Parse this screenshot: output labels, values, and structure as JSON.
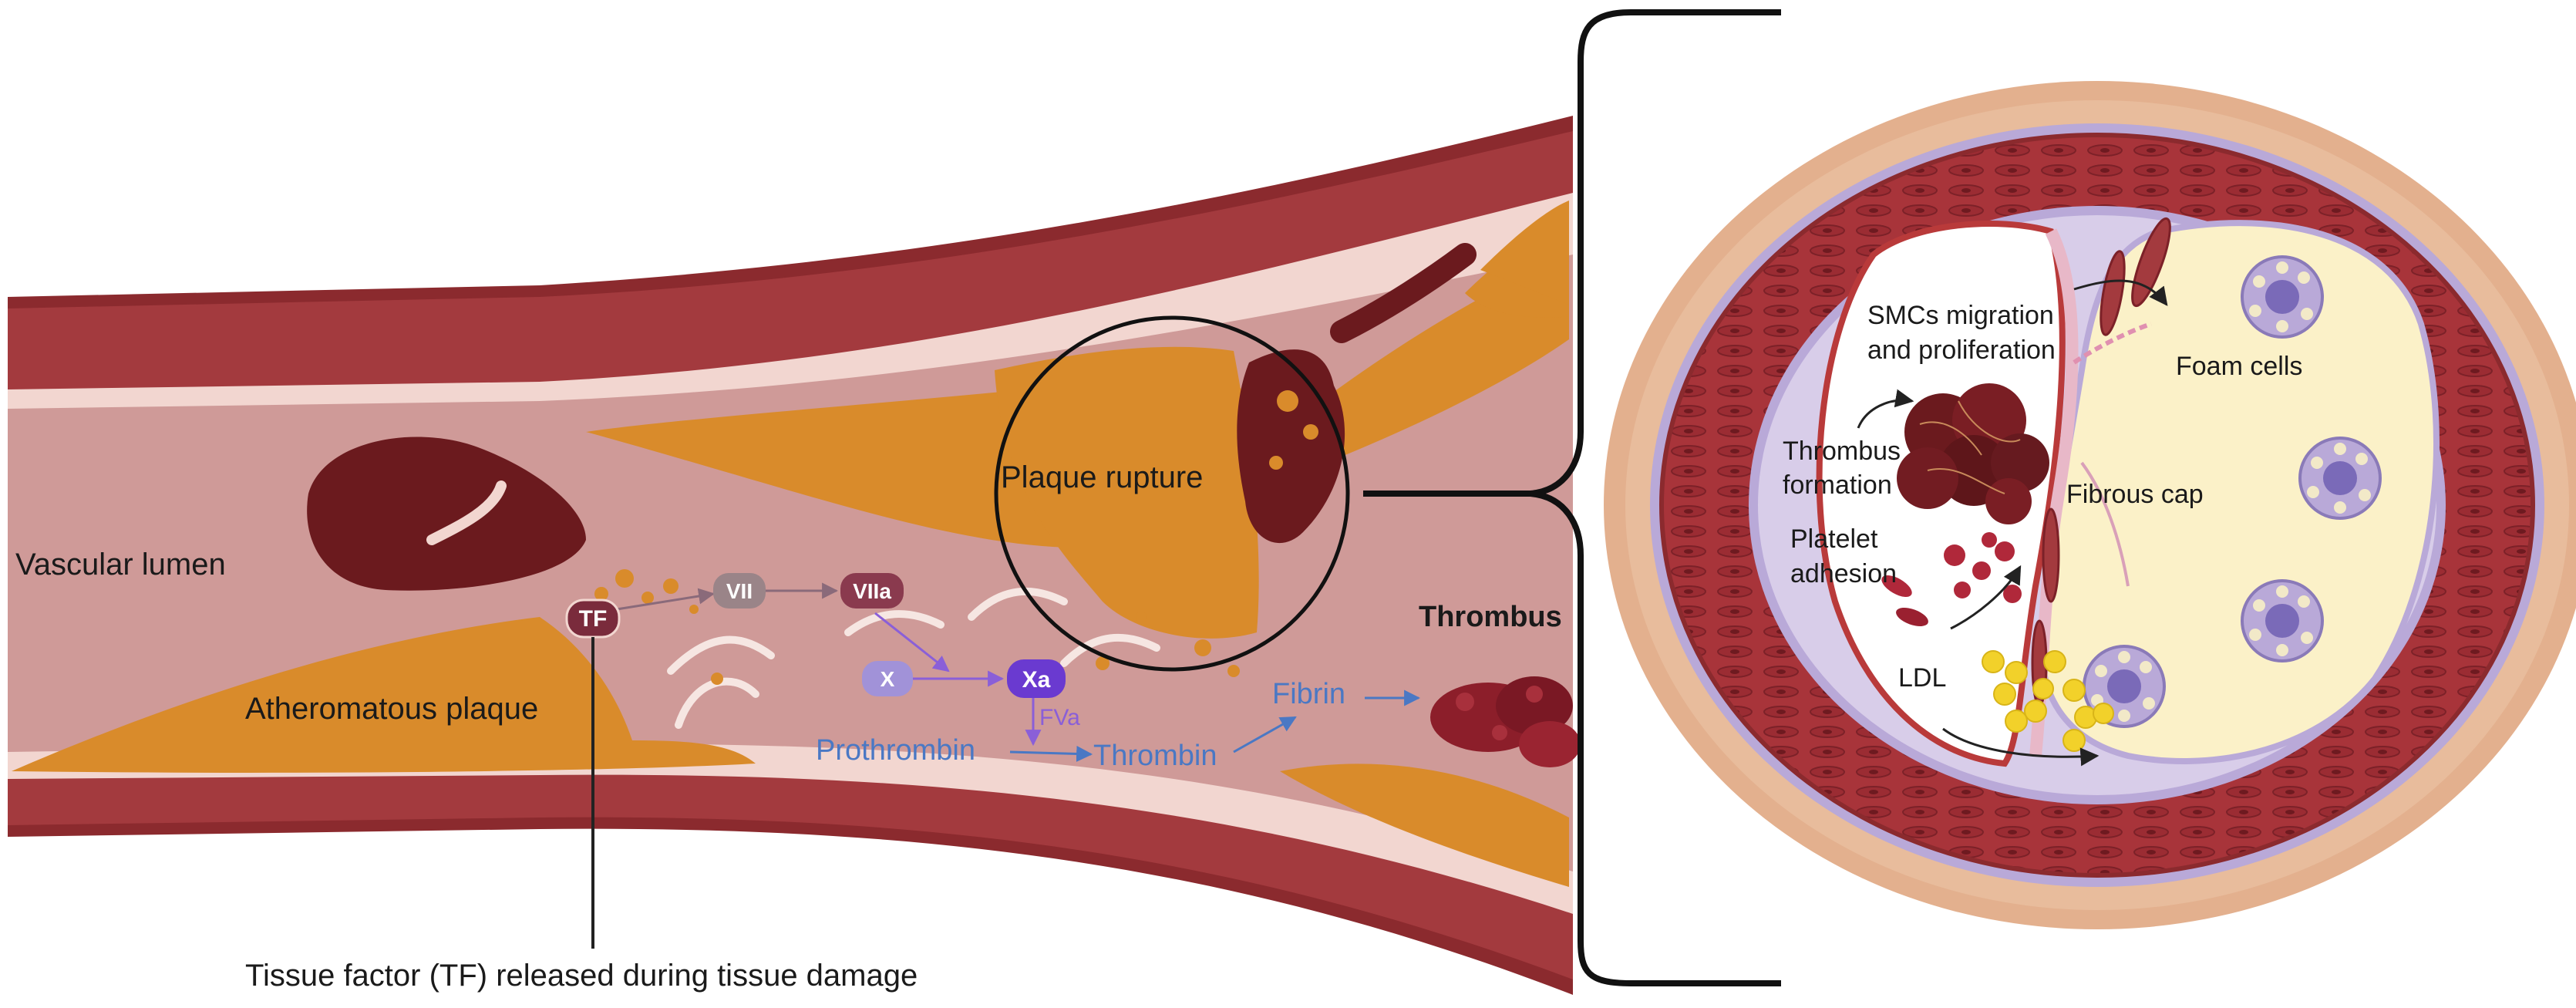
{
  "labels": {
    "vascular_lumen": "Vascular lumen",
    "atheromatous_plaque": "Atheromatous plaque",
    "plaque_rupture": "Plaque rupture",
    "thrombus": "Thrombus",
    "tissue_factor_caption": "Tissue factor (TF) released during tissue damage",
    "smcs_line1": "SMCs migration",
    "smcs_line2": "and proliferation",
    "foam_cells": "Foam cells",
    "thrombus_formation_line1": "Thrombus",
    "thrombus_formation_line2": "formation",
    "fibrous_cap": "Fibrous cap",
    "platelet_line1": "Platelet",
    "platelet_line2": "adhesion",
    "ldl": "LDL"
  },
  "cascade": {
    "tf": "TF",
    "vii": "VII",
    "viia": "VIIa",
    "x": "X",
    "xa": "Xa",
    "fva": "FVa",
    "prothrombin": "Prothrombin",
    "thrombin": "Thrombin",
    "fibrin": "Fibrin"
  },
  "colors": {
    "vessel_wall": "#a33a3e",
    "vessel_outer": "#8b2a2e",
    "lumen": "#cf9a98",
    "plaque": "#d98b2b",
    "intima": "#f2d6d0",
    "thrombus": "#6b1a1e",
    "cascade_blue": "#4a78c4",
    "factor_purple": "#8a5fd8",
    "adventitia": "#e3b08e",
    "media_purple": "#b9a9d8",
    "lipid_core": "#fbf1c8",
    "ldl_yellow": "#f2d12a"
  }
}
